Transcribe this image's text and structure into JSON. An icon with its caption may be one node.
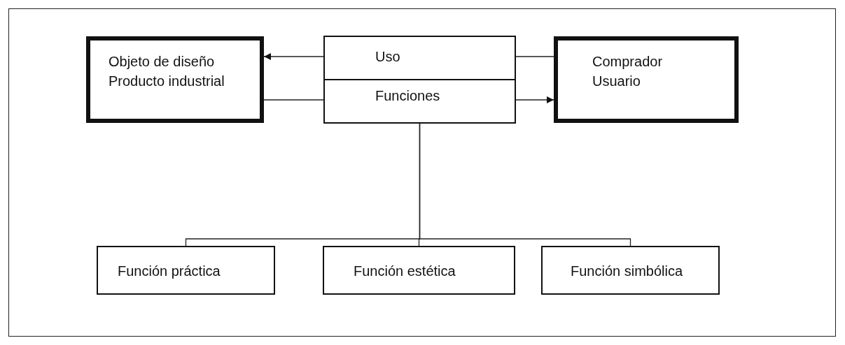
{
  "diagram": {
    "nodes": [
      {
        "text": [
          "Objeto de diseño Producto industrial"
        ]
      },
      {
        "text": [
          "Uso"
        ]
      },
      {
        "text": [
          "Funciones"
        ]
      },
      {
        "text": [
          "Comprador Usuario"
        ]
      },
      {
        "text": [
          "Función práctica"
        ]
      },
      {
        "text": [
          "Función estética"
        ]
      },
      {
        "text": [
          "Función simbólica"
        ]
      }
    ],
    "edges": [
      {
        "from": 1,
        "to": 0,
        "arrow": "to"
      },
      {
        "from": 3,
        "to": 1,
        "arrow": "none"
      },
      {
        "from": 0,
        "to": 2,
        "arrow": "none"
      },
      {
        "from": 2,
        "to": 3,
        "arrow": "to"
      },
      {
        "from": 2,
        "to": 4,
        "arrow": "none"
      },
      {
        "from": 2,
        "to": 5,
        "arrow": "none"
      },
      {
        "from": 2,
        "to": 6,
        "arrow": "none"
      }
    ]
  }
}
